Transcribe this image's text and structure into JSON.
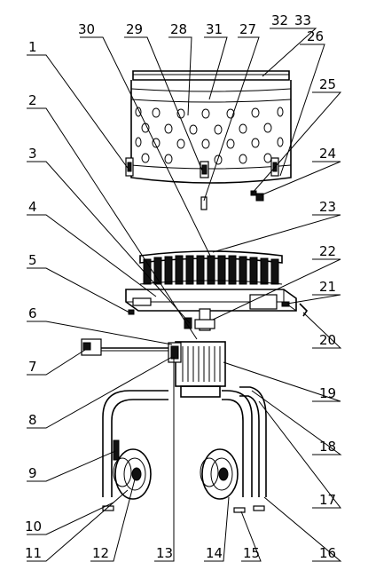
{
  "diagram": {
    "callouts": [
      "1",
      "2",
      "3",
      "4",
      "5",
      "6",
      "7",
      "8",
      "9",
      "10",
      "11",
      "12",
      "13",
      "14",
      "15",
      "16",
      "17",
      "18",
      "19",
      "20",
      "21",
      "22",
      "23",
      "24",
      "25",
      "26",
      "27",
      "28",
      "29",
      "30",
      "31",
      "32",
      "33"
    ]
  }
}
